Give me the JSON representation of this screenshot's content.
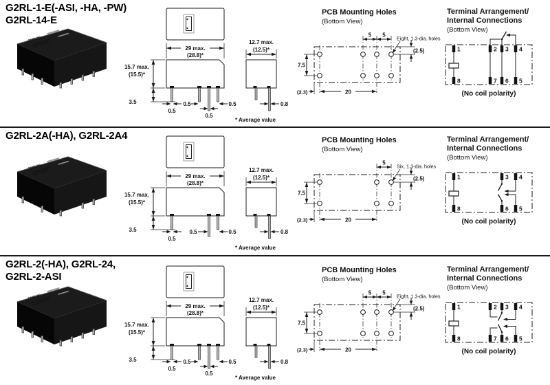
{
  "shared": {
    "avg_note": "* Average value",
    "pcb_title": "PCB Mounting Holes",
    "bottom_view": "(Bottom View)",
    "terminal_title_line1": "Terminal Arrangement/",
    "terminal_title_line2": "Internal Connections",
    "no_coil_polarity": "(No coil polarity)",
    "dims": {
      "width_max": "29 max.",
      "width_avg": "(28.8)*",
      "height_max": "15.7 max.",
      "height_avg": "(15.5)*",
      "depth_max": "12.7 max.",
      "depth_avg": "(12.5)*",
      "pin_length": "3.5",
      "pin_width": "0.5",
      "front_pin_width": "0.8"
    },
    "pcb_dims": {
      "hole_pitch": "5",
      "row_spacing": "7.5",
      "col_span": "20",
      "edge_offset_x": "(2.3)",
      "edge_offset_y": "(2.5)"
    },
    "photo": {
      "brand": "OMRON",
      "marking": "12VDC"
    }
  },
  "sections": [
    {
      "title_line1": "G2RL-1-E(-ASI, -HA, -PW)",
      "title_line2": "G2RL-14-E",
      "holes_note": "Eight, 1.3-dia. holes",
      "terminals_top": [
        "1",
        "2",
        "3",
        "4"
      ],
      "terminals_bottom": [
        "8",
        "7",
        "6",
        "5"
      ]
    },
    {
      "title_line1": "G2RL-2A(-HA), G2RL-2A4",
      "title_line2": "",
      "holes_note": "Six, 1.3-dia. holes",
      "terminals_top": [
        "1",
        "3",
        "4"
      ],
      "terminals_bottom": [
        "8",
        "6",
        "5"
      ]
    },
    {
      "title_line1": "G2RL-2(-HA), G2RL-24,",
      "title_line2": "G2RL-2-ASI",
      "holes_note": "Eight, 1.3-dia. holes",
      "terminals_top": [
        "1",
        "2",
        "3",
        "4"
      ],
      "terminals_bottom": [
        "8",
        "7",
        "6",
        "5"
      ]
    }
  ]
}
